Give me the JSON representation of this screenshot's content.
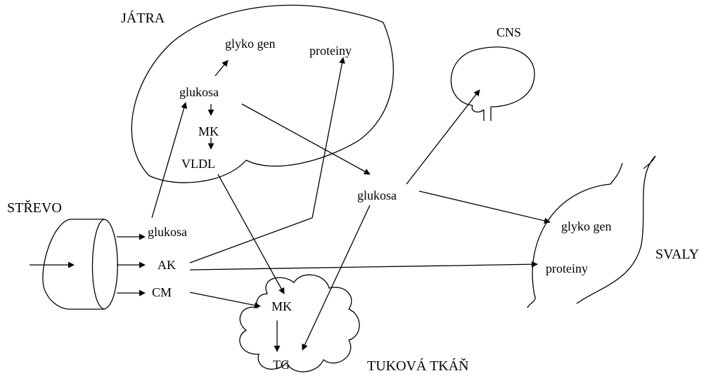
{
  "liver": {
    "title": "JÁTRA",
    "glycogen": "glyko gen",
    "proteins": "proteiny",
    "glucose": "glukosa",
    "fatty_acids": "MK",
    "vldl": "VLDL"
  },
  "cns": {
    "title": "CNS"
  },
  "intestine": {
    "title": "STŘEVO",
    "glucose": "glukosa",
    "amino_acids": "AK",
    "chylomicrons": "CM"
  },
  "blood": {
    "glucose": "glukosa"
  },
  "muscles": {
    "title": "SVALY",
    "glycogen": "glyko gen",
    "proteins": "proteiny"
  },
  "adipose": {
    "title": "TUKOVÁ TKÁŇ",
    "fatty_acids": "MK",
    "triglycerides": "TG"
  }
}
